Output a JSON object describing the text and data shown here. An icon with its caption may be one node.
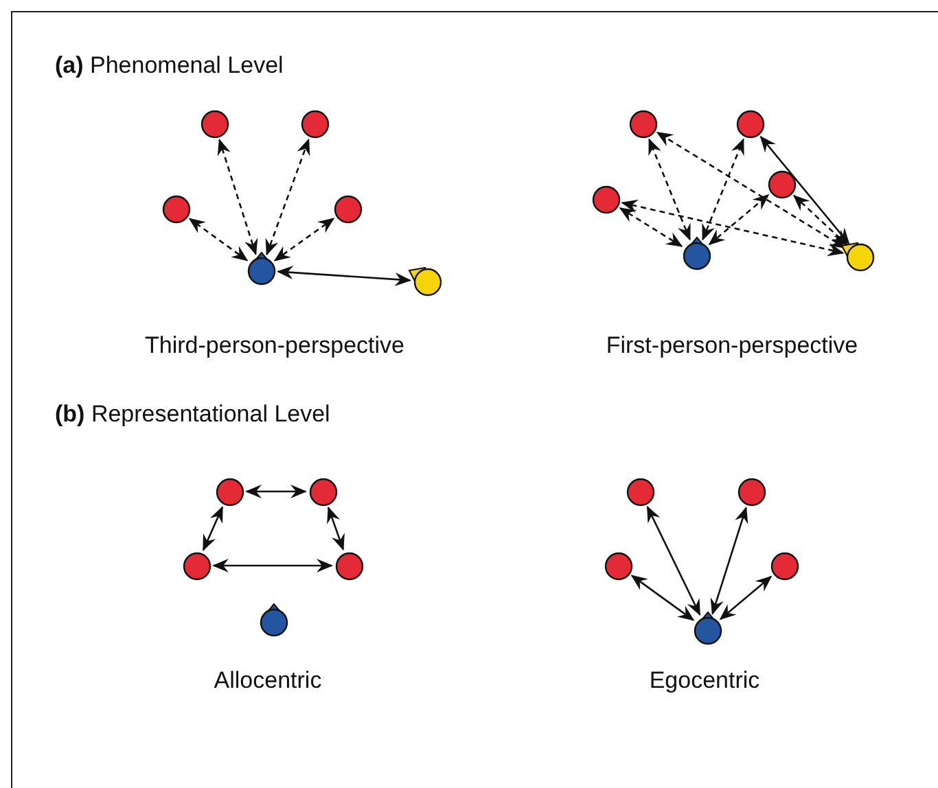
{
  "diagram": {
    "nodes": [
      {
        "text": [],
        "shape": "circle"
      },
      {
        "text": [],
        "shape": "circle"
      },
      {
        "text": [],
        "shape": "circle"
      },
      {
        "text": [],
        "shape": "circle"
      },
      {
        "text": [],
        "shape": "circle"
      },
      {
        "text": [],
        "shape": "circle"
      },
      {
        "text": [],
        "shape": "circle"
      },
      {
        "text": [],
        "shape": "circle"
      },
      {
        "text": [],
        "shape": "circle"
      },
      {
        "text": [],
        "shape": "circle"
      },
      {
        "text": [],
        "shape": "circle"
      },
      {
        "text": [],
        "shape": "circle"
      },
      {
        "text": [],
        "shape": "circle"
      },
      {
        "text": [],
        "shape": "circle"
      },
      {
        "text": [],
        "shape": "circle"
      },
      {
        "text": [],
        "shape": "circle"
      },
      {
        "text": [],
        "shape": "circle"
      },
      {
        "text": [],
        "shape": "circle"
      },
      {
        "text": [],
        "shape": "circle"
      },
      {
        "text": [],
        "shape": "circle"
      },
      {
        "text": [],
        "shape": "circle"
      },
      {
        "text": [],
        "shape": "circle"
      }
    ],
    "edges": [
      {
        "from": 4,
        "to": 0,
        "arrow": "both",
        "style": "dashed"
      },
      {
        "from": 4,
        "to": 1,
        "arrow": "both",
        "style": "dashed"
      },
      {
        "from": 4,
        "to": 2,
        "arrow": "both",
        "style": "dashed"
      },
      {
        "from": 4,
        "to": 3,
        "arrow": "both",
        "style": "dashed"
      },
      {
        "from": 4,
        "to": 5,
        "arrow": "both"
      },
      {
        "from": 10,
        "to": 6,
        "arrow": "both",
        "style": "dashed"
      },
      {
        "from": 10,
        "to": 7,
        "arrow": "both",
        "style": "dashed"
      },
      {
        "from": 10,
        "to": 8,
        "arrow": "both",
        "style": "dashed"
      },
      {
        "from": 10,
        "to": 9,
        "arrow": "both",
        "style": "dashed"
      },
      {
        "from": 11,
        "to": 6,
        "arrow": "both",
        "style": "dashed"
      },
      {
        "from": 11,
        "to": 7,
        "arrow": "both"
      },
      {
        "from": 11,
        "to": 8,
        "arrow": "both",
        "style": "dashed"
      },
      {
        "from": 11,
        "to": 9,
        "arrow": "both",
        "style": "dashed"
      },
      {
        "from": 12,
        "to": 13,
        "arrow": "both"
      },
      {
        "from": 12,
        "to": 14,
        "arrow": "both"
      },
      {
        "from": 13,
        "to": 15,
        "arrow": "both"
      },
      {
        "from": 14,
        "to": 15,
        "arrow": "both"
      },
      {
        "from": 21,
        "to": 17,
        "arrow": "both"
      },
      {
        "from": 21,
        "to": 18,
        "arrow": "both"
      },
      {
        "from": 21,
        "to": 19,
        "arrow": "both"
      },
      {
        "from": 21,
        "to": 20,
        "arrow": "both"
      }
    ],
    "labels": [
      "**(a)** Phenomenal Level",
      "Third-person-perspective",
      "First-person-perspective",
      "**(b)** Representational Level",
      "Allocentric",
      "Egocentric"
    ]
  }
}
